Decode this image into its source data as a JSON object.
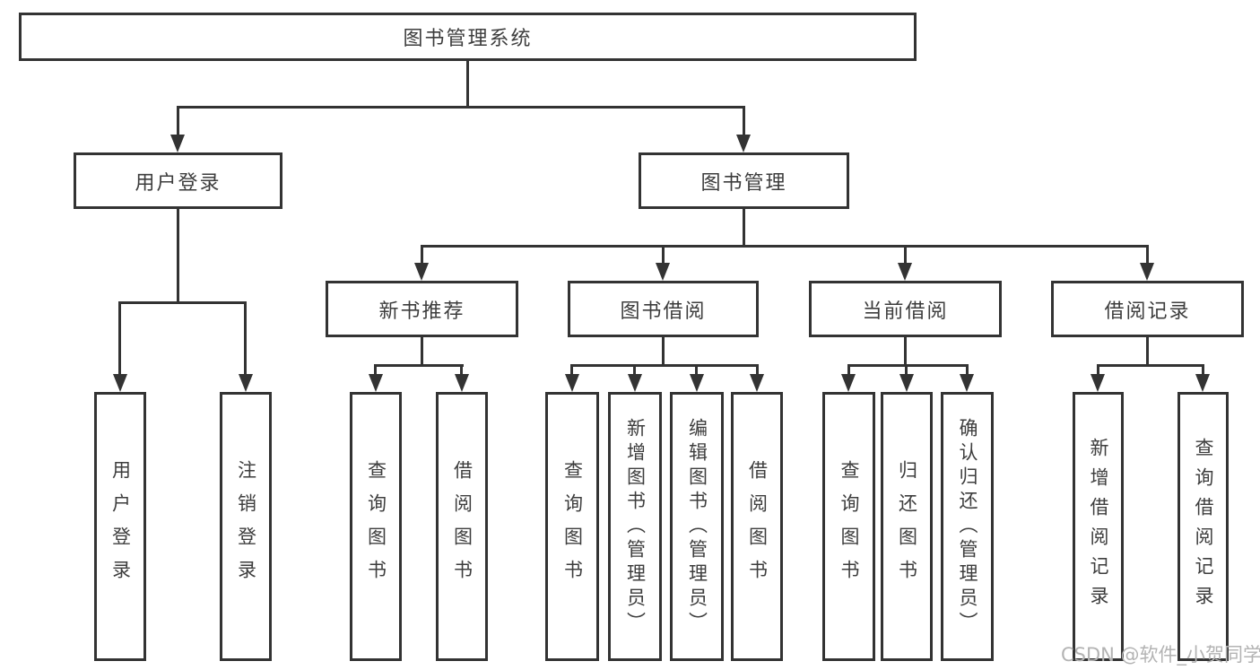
{
  "diagram": {
    "type": "hierarchy-tree",
    "colors": {
      "line": "#333333",
      "border": "#333333",
      "text": "#3d3d3d",
      "background": "#ffffff",
      "watermark": "#b3b3b3"
    },
    "nodes": {
      "root": {
        "label": "图书管理系统"
      },
      "level2": [
        {
          "label": "用户登录"
        },
        {
          "label": "图书管理"
        }
      ],
      "level3": [
        {
          "label": "新书推荐",
          "parent": "图书管理"
        },
        {
          "label": "图书借阅",
          "parent": "图书管理"
        },
        {
          "label": "当前借阅",
          "parent": "图书管理"
        },
        {
          "label": "借阅记录",
          "parent": "图书管理"
        }
      ],
      "leaves": [
        {
          "label": "用户登录",
          "parent": "用户登录"
        },
        {
          "label": "注销登录",
          "parent": "用户登录"
        },
        {
          "label": "查询图书",
          "parent": "新书推荐"
        },
        {
          "label": "借阅图书",
          "parent": "新书推荐"
        },
        {
          "label": "查询图书",
          "parent": "图书借阅"
        },
        {
          "label": "新增图书（管理员）",
          "parent": "图书借阅"
        },
        {
          "label": "编辑图书（管理员）",
          "parent": "图书借阅"
        },
        {
          "label": "借阅图书",
          "parent": "图书借阅"
        },
        {
          "label": "查询图书",
          "parent": "当前借阅"
        },
        {
          "label": "归还图书",
          "parent": "当前借阅"
        },
        {
          "label": "确认归还（管理员）",
          "parent": "当前借阅"
        },
        {
          "label": "新增借阅记录",
          "parent": "借阅记录"
        },
        {
          "label": "查询借阅记录",
          "parent": "借阅记录"
        }
      ]
    },
    "watermark": "CSDN @软件_小贺同学"
  }
}
